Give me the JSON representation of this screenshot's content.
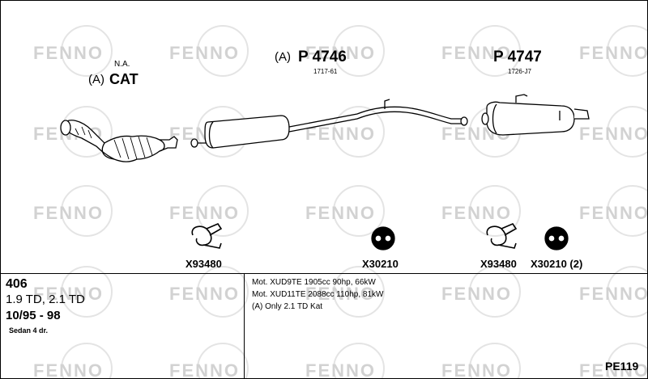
{
  "watermark": "FENNO",
  "parts": {
    "cat": {
      "prefix": "(A)",
      "code": "CAT",
      "note": "N.A."
    },
    "middle": {
      "prefix": "(A)",
      "code": "P 4746",
      "ref": "1717-61"
    },
    "rear": {
      "code": "P 4747",
      "ref": "1726-J7"
    }
  },
  "fittings": [
    {
      "code": "X93480"
    },
    {
      "code": "X30210"
    },
    {
      "code": "X93480"
    },
    {
      "code": "X30210 (2)"
    }
  ],
  "vehicle": {
    "model": "406",
    "engines": "1.9 TD, 2.1 TD",
    "years": "10/95 - 98",
    "body": "Sedan 4 dr."
  },
  "details": [
    "Mot. XUD9TE 1905cc 90hp, 66kW",
    "Mot. XUD11TE 2088cc 110hp, 81kW",
    "(A) Only 2.1 TD Kat"
  ],
  "page_code": "PE119"
}
